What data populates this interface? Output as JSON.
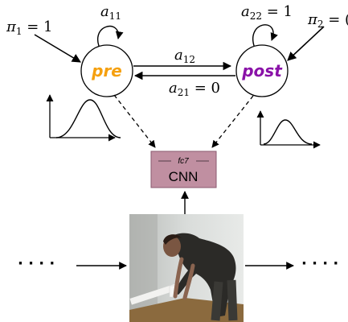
{
  "states": [
    {
      "id": "pre",
      "label": "pre",
      "color": "#f5a00f"
    },
    {
      "id": "post",
      "label": "post",
      "color": "#8a12a8"
    }
  ],
  "labels": {
    "a11": "a",
    "a11_sub": "11",
    "a22": "a",
    "a22_sub": "22",
    "a22_val": " = 1",
    "pi1": "π",
    "pi1_sub": "1",
    "pi1_val": " = 1",
    "pi2": "π",
    "pi2_sub": "2",
    "pi2_val": " = (",
    "a12": "a",
    "a12_sub": "12",
    "a21": "a",
    "a21_sub": "21",
    "a21_val": " = 0"
  },
  "cnn": {
    "layer_label": "fc7",
    "title": "CNN",
    "fill": "#c08fa1",
    "border": "#8a5a6f"
  },
  "sequence": {
    "left_dots": "· · · ·",
    "right_dots": "· · · ·"
  },
  "photo": {
    "description_icon": "person-bending-photo"
  }
}
